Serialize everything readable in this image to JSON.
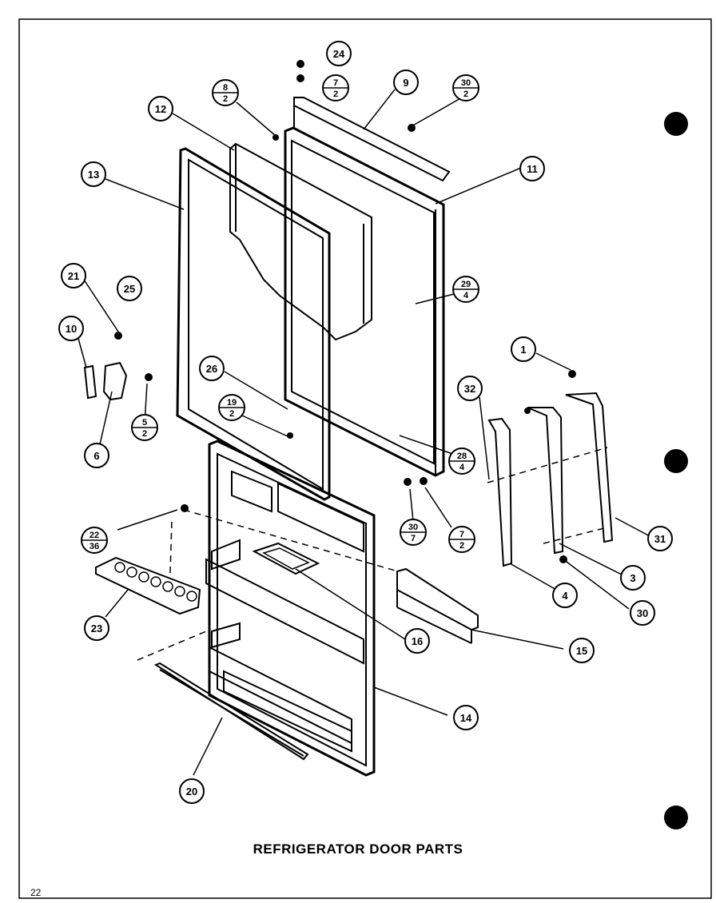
{
  "title": "REFRIGERATOR DOOR PARTS",
  "page_number": "22",
  "callouts": [
    "1",
    "3",
    "4",
    "6",
    "9",
    "10",
    "11",
    "12",
    "13",
    "14",
    "15",
    "16",
    "20",
    "21",
    "23",
    "24",
    "25",
    "26",
    "31",
    "32",
    "30"
  ],
  "fractions": [
    {
      "top": "8",
      "bottom": "2"
    },
    {
      "top": "7",
      "bottom": "2"
    },
    {
      "top": "30",
      "bottom": "2"
    },
    {
      "top": "29",
      "bottom": "4"
    },
    {
      "top": "19",
      "bottom": "2"
    },
    {
      "top": "5",
      "bottom": "2"
    },
    {
      "top": "28",
      "bottom": "4"
    },
    {
      "top": "30",
      "bottom": "7"
    },
    {
      "top": "7",
      "bottom": "2"
    },
    {
      "top": "22",
      "bottom": "36"
    }
  ],
  "colors": {
    "ink": "#000000",
    "paper": "#ffffff"
  }
}
